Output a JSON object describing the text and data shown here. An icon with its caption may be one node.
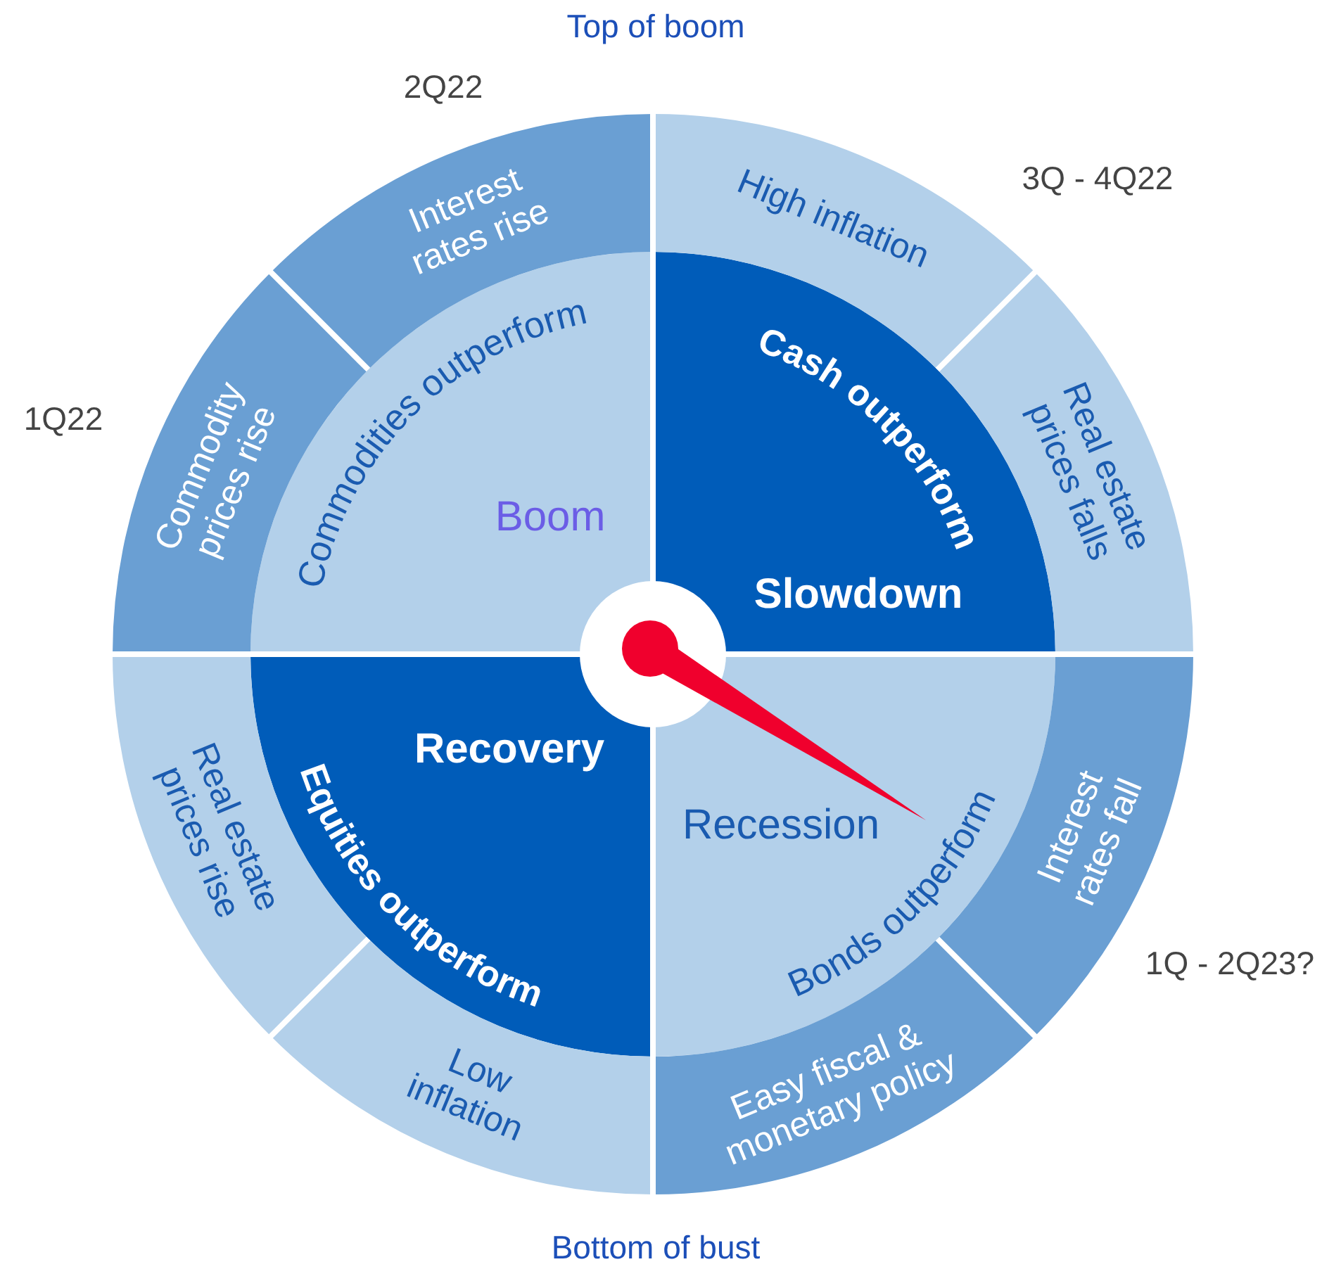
{
  "diagram": {
    "nodes": [
      {
        "text": [
          "Boom",
          "Commodities outperform"
        ]
      },
      {
        "text": [
          "Cash outperform",
          "Slowdown"
        ]
      },
      {
        "text": [
          "Recovery",
          "Equities outperform"
        ]
      },
      {
        "text": [
          "Recession",
          "Bonds outperform"
        ]
      },
      {
        "text": [
          "Commodity prices rise"
        ],
        "beside": [
          "1Q22"
        ]
      },
      {
        "text": [
          "Interest rates rise"
        ],
        "beside": [
          "2Q22"
        ]
      },
      {
        "text": [
          "High inflation"
        ],
        "beside": [
          "3Q - 4Q22"
        ]
      },
      {
        "text": [
          "Real estate prices falls"
        ]
      },
      {
        "text": [
          "Real estate prices rise"
        ]
      },
      {
        "text": [
          "Low inflation"
        ]
      },
      {
        "text": [
          "Easy fiscal & monetary policy"
        ]
      },
      {
        "text": [
          "Interest rates fall"
        ],
        "beside": [
          "1Q - 2Q23?"
        ]
      }
    ],
    "labels": [
      "Top of boom",
      "Bottom of bust"
    ]
  }
}
